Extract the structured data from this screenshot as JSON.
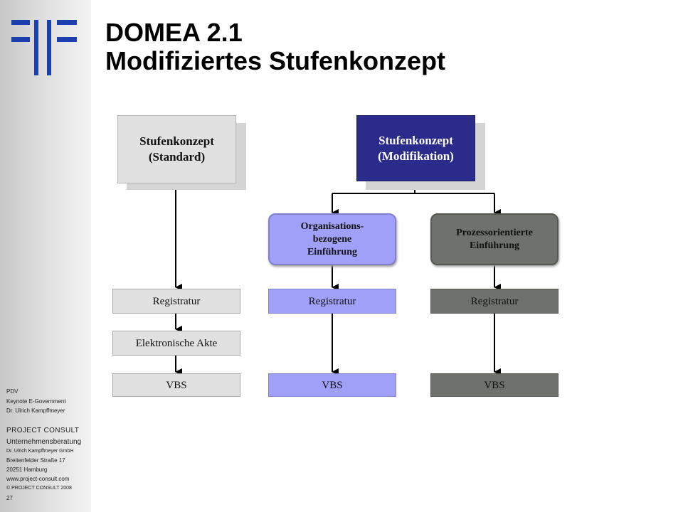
{
  "slide": {
    "title_line1": "DOMEA 2.1",
    "title_line2": "Modifiziertes Stufenkonzept"
  },
  "sidebar": {
    "lines": [
      "PDV",
      "Keynote E-Government",
      "Dr. Ulrich Kampffmeyer"
    ],
    "company": "PROJECT CONSULT",
    "company_sub": "Unternehmensberatung",
    "address": [
      "Dr. Ulrich Kampffmeyer GmbH",
      "Breitenfelder Straße 17",
      "20251 Hamburg",
      "www.project-consult.com",
      "© PROJECT CONSULT 2008"
    ],
    "page_number": "27"
  },
  "diagram": {
    "standard": {
      "heading": [
        "Stufenkonzept",
        "(Standard)"
      ],
      "registratur": "Registratur",
      "akte": "Elektronische Akte",
      "vbs": "VBS"
    },
    "modifikation": {
      "heading": [
        "Stufenkonzept",
        "(Modifikation)"
      ]
    },
    "organisations": {
      "heading": [
        "Organisations-",
        "bezogene",
        "Einführung"
      ],
      "registratur": "Registratur",
      "vbs": "VBS"
    },
    "prozess": {
      "heading": [
        "Prozessorientierte",
        "Einführung"
      ],
      "registratur": "Registratur",
      "vbs": "VBS"
    }
  },
  "colors": {
    "brand_blue": "#1b3fae",
    "modifikation_fill": "#2b2b8c",
    "organisations_fill": "#a0a0f8",
    "prozess_fill": "#6f716c",
    "standard_fill": "#e1e1e1"
  }
}
